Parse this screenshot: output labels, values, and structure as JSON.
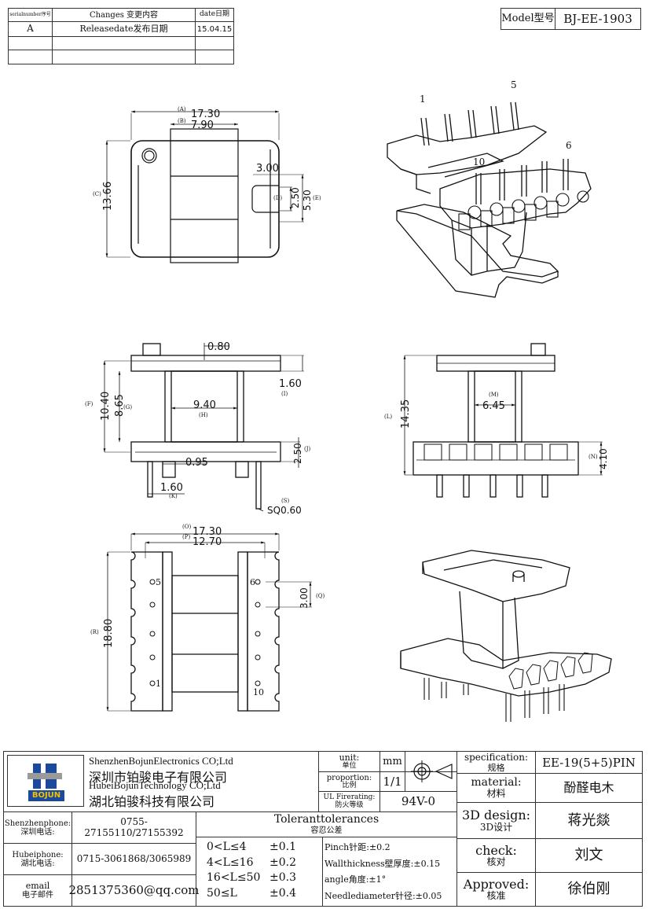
{
  "revision_table": {
    "headers": [
      "serialnumber序号",
      "Changes 变更内容",
      "date日期"
    ],
    "rows": [
      [
        "A",
        "Releasedate发布日期",
        "15.04.15"
      ]
    ]
  },
  "model": {
    "label": "Model型号",
    "value": "BJ-EE-1903"
  },
  "top_view": {
    "A": "(A)",
    "A_val": "17.30",
    "B": "(B)",
    "B_val": "7.90",
    "C": "(C)",
    "C_val": "13.66",
    "D": "(D)",
    "D_val": "2.50",
    "E": "(E)",
    "E_val": "5.30",
    "slot": "3.00"
  },
  "iso_pins": {
    "p1": "1",
    "p5": "5",
    "p6": "6",
    "p10": "10"
  },
  "front_view": {
    "top": "0.80",
    "I": "(I)",
    "I_val": "1.60",
    "F": "(F)",
    "F_val": "10.40",
    "G": "(G)",
    "G_val": "8.65",
    "H": "(H)",
    "H_val": "9.40",
    "J": "(J)",
    "J_val": "2.50",
    "gap": "0.95",
    "K": "(K)",
    "K_val": "1.60",
    "S": "(S)",
    "S_val": "SQ0.60"
  },
  "side_view": {
    "L": "(L)",
    "L_val": "14.35",
    "M": "(M)",
    "M_val": "6.45",
    "N": "(N)",
    "N_val": "4.10"
  },
  "bottom_view": {
    "O": "(O)",
    "O_val": "17.30",
    "P": "(P)",
    "P_val": "12.70",
    "Q": "(Q)",
    "Q_val": "3.00",
    "R": "(R)",
    "R_val": "18.80",
    "pin5": "5",
    "pin6": "6",
    "pin1": "1",
    "pin10": "10"
  },
  "title_block": {
    "company": [
      "ShenzhenBojunElectronics CO;Ltd",
      "深圳市铂骏电子有限公司",
      "HubeiBojunTechnology CO;Ltd",
      "湖北铂骏科技有限公司"
    ],
    "logo_text": "BOJUN",
    "unit_label": "unit:",
    "unit_cn": "单位",
    "unit_value": "mm",
    "proportion_label": "proportion:",
    "proportion_cn": "比例",
    "proportion_value": "1/1",
    "ul_label": "UL Firerating:",
    "ul_cn": "防火等级",
    "ul_value": "94V-0",
    "spec_label": "specification:",
    "spec_cn": "规格",
    "spec_value": "EE-19(5+5)PIN",
    "material_label": "material:",
    "material_cn": "材料",
    "material_value": "酚醛电木",
    "design_label": "3D design:",
    "design_cn": "3D设计",
    "design_value": "蒋光燚",
    "check_label": "check:",
    "check_cn": "核对",
    "check_value": "刘文",
    "approved_label": "Approved:",
    "approved_cn": "核准",
    "approved_value": "徐伯刚",
    "phone_sz_label": "Shenzhenphone:",
    "phone_sz_cn": "深圳电话:",
    "phone_sz": "0755-27155110/27155392",
    "phone_hb_label": "Hubeiphone:",
    "phone_hb_cn": "湖北电话:",
    "phone_hb": "0715-3061868/3065989",
    "email_label": "email",
    "email_cn": "电子邮件",
    "email": "2851375360@qq.com",
    "tol_title": "Toleranttolerances",
    "tol_cn": "容忍公差",
    "tolerances": [
      {
        "range": "0<L≤4",
        "val": "±0.1"
      },
      {
        "range": "4<L≤16",
        "val": "±0.2"
      },
      {
        "range": "16<L≤50",
        "val": "±0.3"
      },
      {
        "range": "50≤L",
        "val": "±0.4"
      }
    ],
    "notes": [
      "Pinch针距:±0.2",
      "Wallthickness壁厚度:±0.15",
      "angle角度:±1°",
      "Needlediameter针径:±0.05"
    ]
  }
}
